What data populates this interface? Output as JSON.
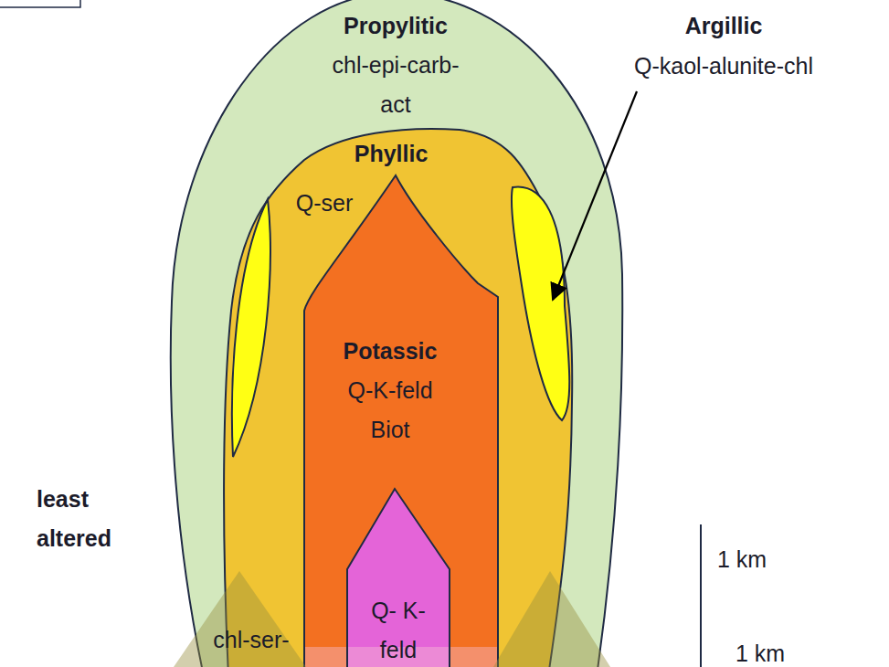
{
  "diagram": {
    "nodes": [
      {
        "text": [
          "Propylitic",
          "chl-epi-carb-act"
        ]
      },
      {
        "text": [
          "Phyllic",
          "Q-ser"
        ],
        "in": 0
      },
      {
        "text": [
          "Argillic",
          "Q-kaol-alunite-chl"
        ],
        "in": 1
      },
      {
        "text": [
          "Potassic",
          "Q-K-feld Biot"
        ],
        "in": 1
      },
      {
        "text": [
          "Q- K-feld"
        ],
        "in": 3
      }
    ],
    "labels": [
      "least altered",
      "chl-ser-",
      "1 km",
      "1 km"
    ]
  }
}
